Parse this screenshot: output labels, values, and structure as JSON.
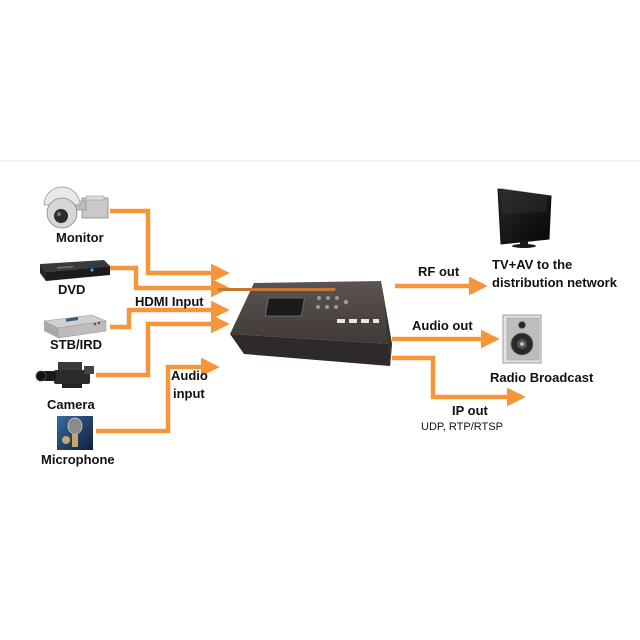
{
  "colors": {
    "arrow": "#f5963a",
    "device": "#4a4443",
    "device_dark": "#2e2a29",
    "accent": "#c8782e"
  },
  "sources": [
    {
      "name": "Monitor",
      "icon": "ptz-camera-icon"
    },
    {
      "name": "DVD",
      "icon": "dvd-player-icon"
    },
    {
      "name": "STB/IRD",
      "icon": "set-top-box-icon"
    },
    {
      "name": "Camera",
      "icon": "video-camera-icon"
    },
    {
      "name": "Microphone",
      "icon": "microphone-icon"
    }
  ],
  "inputs": {
    "hdmi": "HDMI Input",
    "audio_line1": "Audio",
    "audio_line2": "input"
  },
  "outputs": {
    "rf": "RF out",
    "audio": "Audio out",
    "ip": "IP out",
    "ip_protocols": "UDP, RTP/RTSP"
  },
  "destinations": {
    "tv_line1": "TV+AV to the",
    "tv_line2": "distribution network",
    "radio": "Radio Broadcast"
  }
}
